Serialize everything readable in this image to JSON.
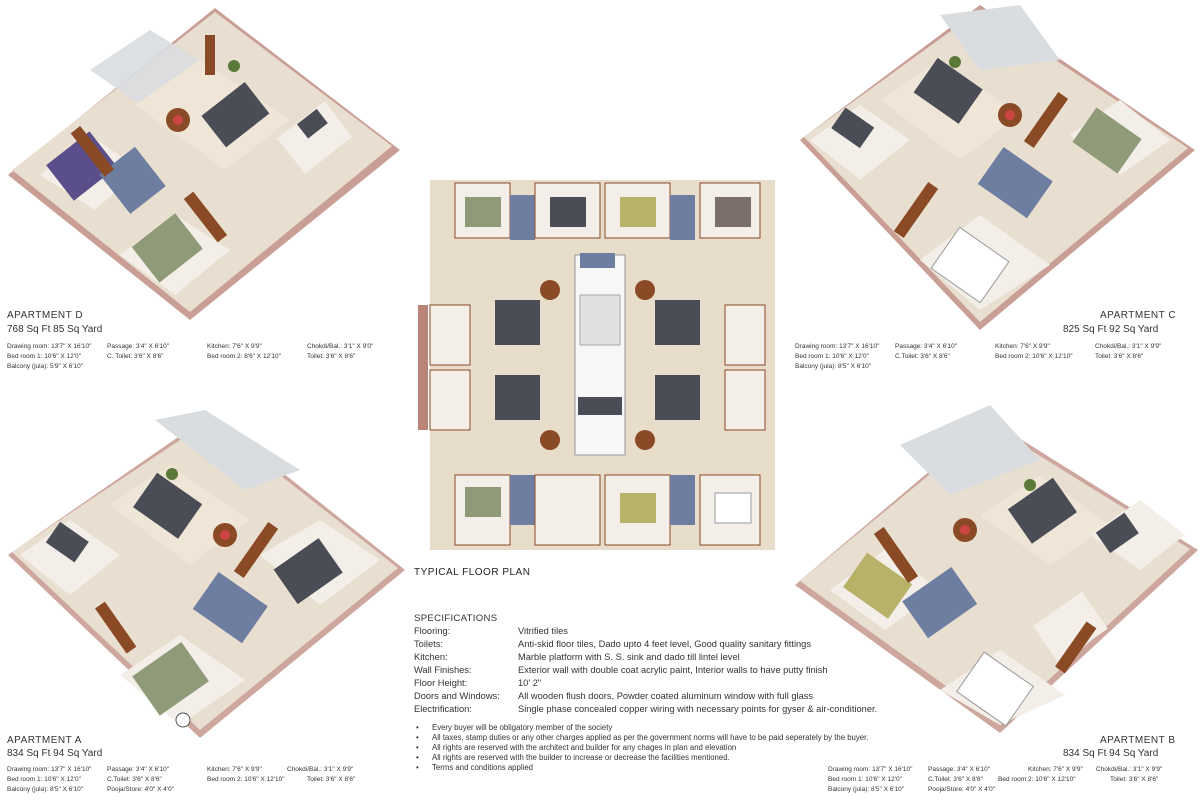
{
  "palette": {
    "floor": "#e8dccb",
    "wood": "#8a4a26",
    "wall": "#f3f1ee",
    "wall_edge": "#9c4e3e",
    "tile_blue": "#6d7ea0",
    "sofa": "#4a4d55",
    "bed_green": "#8f9a78",
    "bed_purple": "#5a4f8a",
    "glass": "#d9dde0"
  },
  "apartments": {
    "D": {
      "title": "APARTMENT  D",
      "area": "768 Sq Ft     85 Sq Yard",
      "dims": [
        "Drawing room: 13'7\" X 16'10\"",
        "Passage: 3'4\" X 6'10\"",
        "Kitchen: 7'6\" X 9'9\"",
        "Chokdi/Bal.: 3'1\" X 9'0\"",
        "Bed room 1: 10'6\" X 12'0\"",
        "C. Toilet: 3'6\" X 8'6\"",
        "Bed room 2: 8'6\" X 12'10\"",
        "Toilet: 3'6\" X 8'6\"",
        "Balcony (jula): 5'9\" X 6'10\""
      ]
    },
    "C": {
      "title": "APARTMENT    C",
      "area": "825 Sq Ft     92 Sq Yard",
      "dims": [
        "Drawing room: 13'7\" X 16'10\"",
        "Passage: 3'4\" X 6'10\"",
        "Kitchen: 7'6\" X 9'9\"",
        "Chokdi/Bal.: 3'1\" X 9'9\"",
        "Bed room 1: 10'6\" X 12'0\"",
        "C.Toilet: 3'6\" X 8'6\"",
        "Bed room 2: 10'6\" X 12'10\"",
        "Toilet: 3'6\" X 8'6\"",
        "Balcony (jula): 8'5\" X 6'10\""
      ]
    },
    "A": {
      "title": "APARTMENT   A",
      "area": "834 Sq Ft     94 Sq Yard",
      "dims": [
        "Drawing room: 13'7\" X 16'10\"",
        "Passage: 3'4\" X 6'10\"",
        "Kitchen: 7'6\" X 9'9\"",
        "Chokdi/Bal.: 3'1\" X 9'9\"",
        "Bed room 1: 10'6\" X 12'0\"",
        "C.Toilet: 3'6\" X 8'6\"",
        "Bed room 2: 10'6\" X 12'10\"",
        "Toilet: 3'6\" X 8'6\"",
        "Balcony (jula): 8'5\" X 6'10\"",
        "Pooja/Store: 4'0\" X 4'0\""
      ]
    },
    "B": {
      "title": "APARTMENT    B",
      "area": "834 Sq Ft     94 Sq Yard",
      "dims": [
        "Drawing room: 13'7\" X 16'10\"",
        "Passage: 3'4\" X 6'10\"",
        "Kitchen: 7'6\" X 9'9\"",
        "Chokdi/Bal.: 3'1\" X 9'9\"",
        "Bed room 1: 10'6\" X 12'0\"",
        "C.Toilet: 3'6\" X 8'6\"",
        "Bed room 2: 10'6\" X 12'10\"",
        "Toilet: 3'6\" X 8'6\"",
        "Balcony (jula): 8'5\" X 6'10\"",
        "Pooja/Store: 4'0\" X 4'0\""
      ]
    }
  },
  "typical_floor_plan_label": "TYPICAL FLOOR PLAN",
  "specifications": {
    "heading": "SPECIFICATIONS",
    "rows": [
      {
        "key": "Flooring:",
        "value": "Vitrified tiles"
      },
      {
        "key": "Toilets:",
        "value": "Anti-skid floor tiles, Dado upto 4 feet level, Good quality sanitary fittings"
      },
      {
        "key": "Kitchen:",
        "value": "Marble platform with S. S. sink and dado till lintel level"
      },
      {
        "key": "Wall Finishes:",
        "value": "Exterior wall with double coat acrylic paint, Interior walls to have putty finish"
      },
      {
        "key": "Floor Height:",
        "value": "10' 2\""
      },
      {
        "key": "Doors and Windows:",
        "value": "All wooden flush doors, Powder coated aluminum window with full glass"
      },
      {
        "key": "Electrification:",
        "value": "Single phase concealed copper wiring with necessary points for gyser & air-conditioner."
      }
    ]
  },
  "notes": [
    "Every buyer will be obligatory member of the society",
    "All taxes, stamp duties or any other charges applied as per the government norms will have to be paid seperately by the buyer.",
    "All rights are reserved with the architect and builder for any chages in plan and elevation",
    "All rights are reserved with the builder to increase or decrease the facilities mentioned.",
    "Terms and conditions applied"
  ]
}
